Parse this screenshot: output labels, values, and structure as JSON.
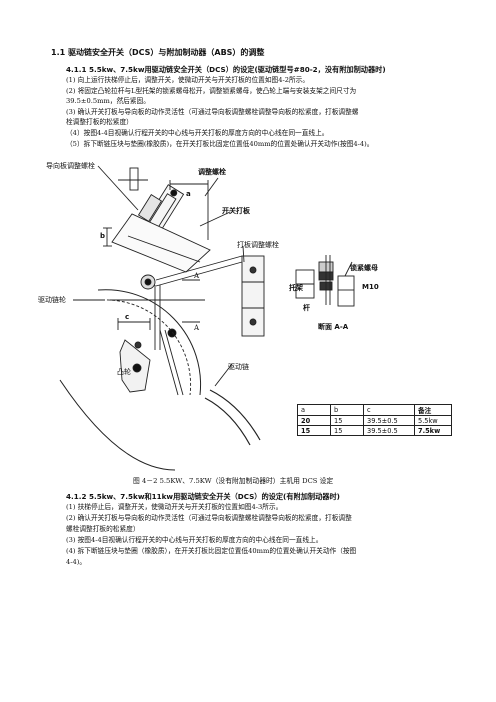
{
  "section": {
    "title": "1.1  驱动链安全开关（DCS）与附加制动器（ABS）的调整"
  },
  "sub1": {
    "title": "4.1.1  5.5kw、7.5kw用驱动链安全开关（DCS）的设定(驱动链型号#80-2，没有附加制动器时)",
    "items": [
      "(1)  向上运行扶梯停止后，调整开关，使微动开关与开关打板的位置如图4-2所示。",
      "(2)  将固定凸轮拉杆与L型托架的锁紧螺母松开，调整锁紧螺母，使凸轮上端与安装支架之间尺寸为",
      "       39.5±0.5mm，然后紧固。",
      "(3)  确认开关打板与导向板的动作灵活性（可通过导向板调整螺栓调整导向板的松紧度，打板调整螺",
      "       栓调整打板的松紧度）",
      "（4）按图4-4目视确认行程开关的中心线与开关打板的厚度方向的中心线在同一直线上。",
      "（5）拆下断链压块与垫圈(橡胶质)，在开关打板比固定位置低40mm的位置处确认开关动作(按图4-4)。"
    ]
  },
  "figure": {
    "labels": {
      "adjust_bolt": "调整螺栓",
      "guide_bolt": "导向板调整螺栓",
      "switch_plate": "开关打板",
      "plate_bolt": "打板调整螺栓",
      "drive_sprocket": "驱动链轮",
      "cam": "凸轮",
      "drive_chain": "驱动链",
      "lock_nut": "锁紧螺母",
      "m10": "M10",
      "bracket": "托架",
      "rod": "杆",
      "section": "断面 A-A",
      "dim_a": "a",
      "dim_b": "b",
      "dim_c": "c",
      "mark_a1": "A",
      "mark_a2": "A"
    },
    "caption": "图 4－2  5.5KW、7.5KW（没有附加制动器时）主机用 DCS 设定"
  },
  "spec_table": {
    "headers": [
      "a",
      "b",
      "c",
      "备注"
    ],
    "rows": [
      [
        "20",
        "15",
        "39.5±0.5",
        "5.5kw"
      ],
      [
        "15",
        "15",
        "39.5±0.5",
        "7.5kw"
      ]
    ]
  },
  "sub2": {
    "title": "4.1.2  5.5kw、7.5kw和11kw用驱动链安全开关（DCS）的设定(有附加制动器时)",
    "items": [
      "(1)  扶梯停止后，调整开关，使微动开关与开关打板的位置如图4-3所示。",
      "(2)  确认开关打板与导向板的动作灵活性（可通过导向板调整螺栓调整导向板的松紧度，打板调整",
      "       螺栓调整打板的松紧度）",
      "(3)  按图4-4目视确认行程开关的中心线与开关打板的厚度方向的中心线在同一直线上。",
      "(4)  拆下断链压块与垫圈（橡胶质），在开关打板比固定位置低40mm的位置处确认开关动作（按图",
      "       4-4)。"
    ]
  }
}
